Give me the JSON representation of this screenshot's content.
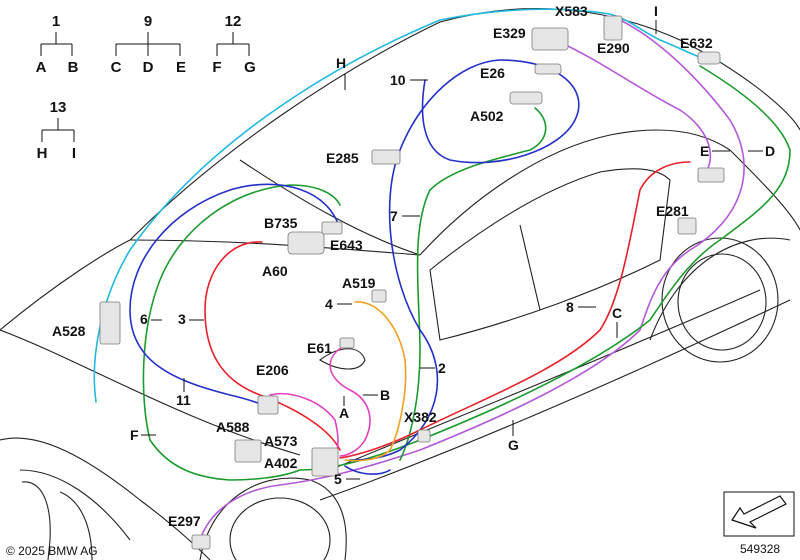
{
  "colors": {
    "red": "#e8202a",
    "blue": "#2430c8",
    "green": "#1d9a2e",
    "cyan": "#22b8e0",
    "purple": "#b45ad8",
    "orange": "#f0a020",
    "magenta": "#e040c0",
    "outline": "#222222"
  },
  "groups": [
    {
      "root": "1",
      "children": [
        "A",
        "B"
      ]
    },
    {
      "root": "9",
      "children": [
        "C",
        "D",
        "E"
      ]
    },
    {
      "root": "12",
      "children": [
        "F",
        "G"
      ]
    },
    {
      "root": "13",
      "children": [
        "H",
        "I"
      ]
    }
  ],
  "components": [
    "X583",
    "E329",
    "E290",
    "E632",
    "E26",
    "A502",
    "E285",
    "B735",
    "E643",
    "A60",
    "A519",
    "A528",
    "E61",
    "E206",
    "A588",
    "A573",
    "A402",
    "X382",
    "E281",
    "E297"
  ],
  "wire_labels": [
    "H",
    "I",
    "10",
    "7",
    "6",
    "3",
    "4",
    "2",
    "8",
    "C",
    "E",
    "D",
    "11",
    "F",
    "A",
    "B",
    "G",
    "5"
  ],
  "footer": {
    "copyright": "© 2025 BMW AG",
    "diagram_number": "549328"
  },
  "icons": [
    "arrow-icon"
  ]
}
